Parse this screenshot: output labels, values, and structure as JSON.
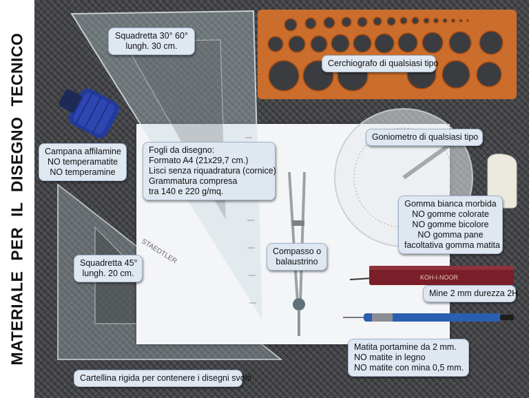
{
  "title": "MATERIALE  PER  IL  DISEGNO  TECNICO",
  "labels": {
    "squadretta_30_60": [
      "Squadretta 30° 60°",
      "lungh. 30 cm."
    ],
    "cerchiografo": [
      "Cerchiografo di qualsiasi tipo"
    ],
    "campana": [
      "Campana affilamine",
      "NO temperamatite",
      "NO temperamine"
    ],
    "fogli": [
      "Fogli da disegno:",
      "Formato A4 (21x29,7 cm.)",
      "Lisci senza riquadratura (cornice)",
      "Grammatura compresa",
      "tra 140 e 220 g/mq."
    ],
    "goniometro": [
      "Goniometro di qualsiasi tipo"
    ],
    "gomma": [
      "Gomma bianca morbida",
      "NO gomme colorate",
      "NO gomme bicolore",
      "NO gomma pane",
      "facoltativa gomma matita"
    ],
    "compasso": [
      "Compasso o",
      "balaustrino"
    ],
    "squadretta_45": [
      "Squadretta 45°",
      "lungh. 20 cm."
    ],
    "mine": [
      "Mine 2 mm durezza 2H"
    ],
    "matita": [
      "Matita portamine da 2 mm.",
      "NO matite in legno",
      "NO matite con mina 0,5 mm."
    ],
    "cartellina": [
      "Cartellina rigida per contenere i disegni svolti"
    ]
  },
  "product_marks": {
    "ruler_brand": "STAEDTLER",
    "leadholder_brand": "KOH-I-NOOR"
  },
  "colors": {
    "background_mat": "#46474a",
    "label_fill": "#dfe7f1",
    "label_border": "#9fb2c8",
    "cerchiografo": "#d9722a",
    "sharpener_blue": "#233a9c",
    "leadholder_red": "#7a1f2a",
    "pencil_blue": "#2a5fb0"
  }
}
